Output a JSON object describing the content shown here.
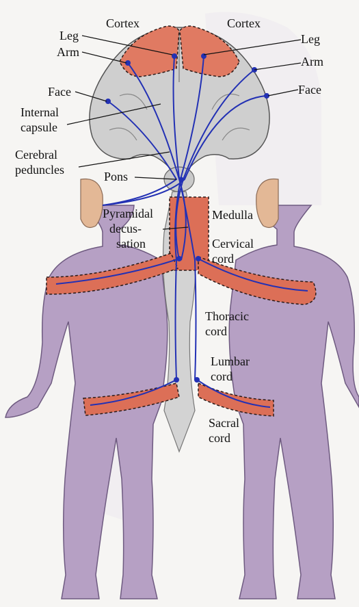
{
  "labels": {
    "cortex_left": "Cortex",
    "cortex_right": "Cortex",
    "leg_left": "Leg",
    "leg_right": "Leg",
    "arm_left": "Arm",
    "arm_right": "Arm",
    "face_left": "Face",
    "face_right": "Face",
    "internal_capsule_1": "Internal",
    "internal_capsule_2": "capsule",
    "cerebral_peduncles_1": "Cerebral",
    "cerebral_peduncles_2": "peduncles",
    "pons": "Pons",
    "pyramidal_1": "Pyramidal",
    "pyramidal_2": "decus-",
    "pyramidal_3": "sation",
    "medulla": "Medulla",
    "cervical_1": "Cervical",
    "cervical_2": "cord",
    "thoracic_1": "Thoracic",
    "thoracic_2": "cord",
    "lumbar_1": "Lumbar",
    "lumbar_2": "cord",
    "sacral_1": "Sacral",
    "sacral_2": "cord"
  },
  "colors": {
    "tract": "#2331b4",
    "cortex_region": "#e07a62",
    "body": "#b6a0c4",
    "brain": "#cfcfcf"
  }
}
